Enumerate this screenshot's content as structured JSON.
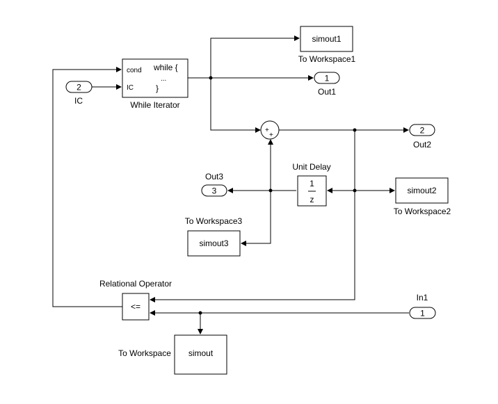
{
  "blocks": {
    "while_iterator": {
      "label": "While Iterator",
      "port_cond": "cond",
      "port_ic": "IC",
      "code_line1": "while {",
      "code_line2": "...",
      "code_line3": "}"
    },
    "ic_inport": {
      "number": "2",
      "label": "IC"
    },
    "to_workspace1": {
      "var": "simout1",
      "label": "To Workspace1"
    },
    "out1": {
      "number": "1",
      "label": "Out1"
    },
    "sum": {
      "sign1": "+",
      "sign2": "+"
    },
    "out2": {
      "number": "2",
      "label": "Out2"
    },
    "unit_delay": {
      "label": "Unit Delay",
      "numerator": "1",
      "denominator": "z"
    },
    "out3": {
      "number": "3",
      "label": "Out3"
    },
    "to_workspace2": {
      "var": "simout2",
      "label": "To Workspace2"
    },
    "to_workspace3": {
      "var": "simout3",
      "label": "To Workspace3"
    },
    "relational_operator": {
      "label": "Relational Operator",
      "operator": "<="
    },
    "in1": {
      "number": "1",
      "label": "In1"
    },
    "to_workspace": {
      "var": "simout",
      "label": "To Workspace"
    }
  }
}
